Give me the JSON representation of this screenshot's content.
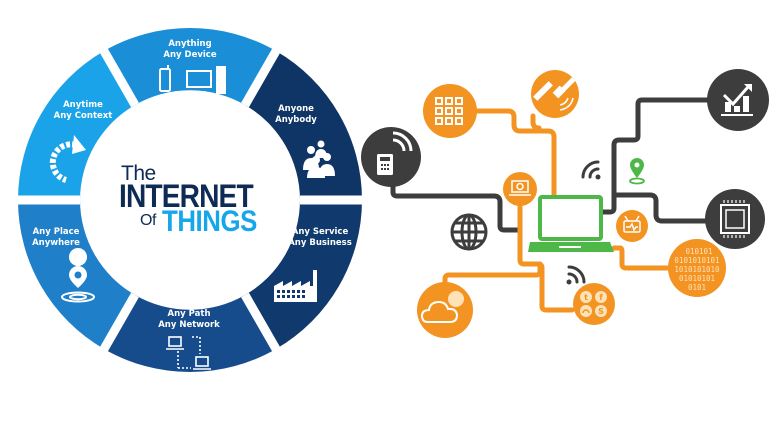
{
  "title": {
    "the": "The",
    "internet": "INTERNET",
    "of": "Of",
    "things": "THINGS"
  },
  "colors": {
    "ring_top": "#1a8ed6",
    "ring_top_right": "#0f3566",
    "ring_bottom_right": "#103a6e",
    "ring_bottom": "#174c8c",
    "ring_bottom_left": "#1f7fc9",
    "ring_top_left": "#1aa3e8",
    "title_dark": "#0d2b55",
    "title_accent": "#16a6ec",
    "orange": "#f39322",
    "dark_node": "#3d3d3d",
    "green": "#4db848"
  },
  "ring_segments": [
    {
      "id": "anything",
      "line1": "Anything",
      "line2": "Any Device",
      "icon": "devices-icon"
    },
    {
      "id": "anyone",
      "line1": "Anyone",
      "line2": "Anybody",
      "icon": "people-group-icon"
    },
    {
      "id": "any-service",
      "line1": "Any Service",
      "line2": "Any Business",
      "icon": "factory-icon"
    },
    {
      "id": "any-path",
      "line1": "Any Path",
      "line2": "Any Network",
      "icon": "network-laptops-icon"
    },
    {
      "id": "any-place",
      "line1": "Any Place",
      "line2": "Anywhere",
      "icon": "location-pin-icon"
    },
    {
      "id": "anytime",
      "line1": "Anytime",
      "line2": "Any Context",
      "icon": "cycle-arrow-icon"
    }
  ],
  "network_nodes": [
    {
      "id": "app-grid",
      "icon": "app-grid-icon",
      "color": "orange"
    },
    {
      "id": "satellite",
      "icon": "satellite-icon",
      "color": "orange"
    },
    {
      "id": "mobile-wireless",
      "icon": "mobile-wireless-icon",
      "color": "dark"
    },
    {
      "id": "analytics",
      "icon": "bar-chart-icon",
      "color": "dark"
    },
    {
      "id": "processor",
      "icon": "cpu-chip-icon",
      "color": "dark"
    },
    {
      "id": "web-laptop",
      "icon": "web-laptop-icon",
      "color": "orange"
    },
    {
      "id": "tv",
      "icon": "tv-icon",
      "color": "orange"
    },
    {
      "id": "binary",
      "icon": "binary-data-icon",
      "color": "orange",
      "text_lines": [
        "010101",
        "0101010101",
        "1010101010",
        "01010101",
        "0101"
      ]
    },
    {
      "id": "cloud",
      "icon": "cloud-icon",
      "color": "orange"
    },
    {
      "id": "social",
      "icon": "social-media-icon",
      "color": "orange",
      "glyphs": [
        "t",
        "f",
        "rss",
        "skype"
      ]
    },
    {
      "id": "globe",
      "icon": "globe-icon",
      "color": "dark"
    },
    {
      "id": "laptop-hub",
      "icon": "laptop-icon",
      "color": "green"
    },
    {
      "id": "wifi-1",
      "icon": "wifi-signal-icon",
      "color": "dark"
    },
    {
      "id": "wifi-2",
      "icon": "wifi-signal-icon",
      "color": "dark"
    },
    {
      "id": "location",
      "icon": "location-pin-icon",
      "color": "green"
    }
  ]
}
